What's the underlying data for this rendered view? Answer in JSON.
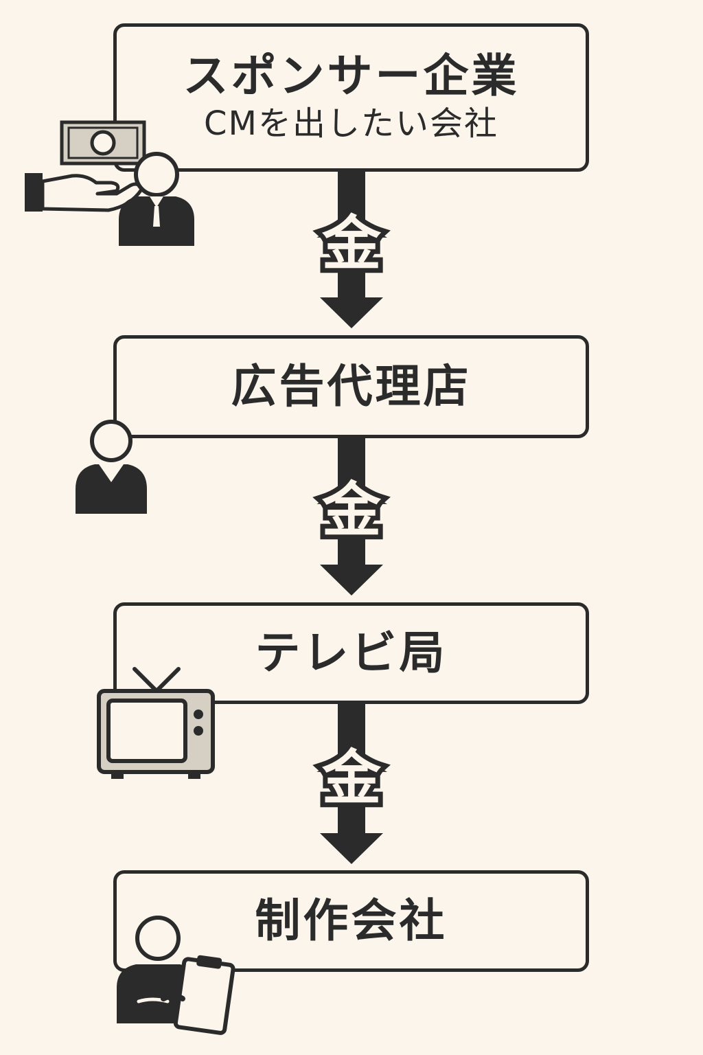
{
  "nodes": {
    "sponsor": {
      "title": "スポンサー企業",
      "subtitle": "CMを出したい会社"
    },
    "agency": {
      "title": "広告代理店"
    },
    "tv_station": {
      "title": "テレビ局"
    },
    "production": {
      "title": "制作会社"
    }
  },
  "flows": [
    {
      "from": "sponsor",
      "to": "agency",
      "label": "金"
    },
    {
      "from": "agency",
      "to": "tv_station",
      "label": "金"
    },
    {
      "from": "tv_station",
      "to": "production",
      "label": "金"
    }
  ],
  "icons": {
    "sponsor": [
      "money-bill-icon",
      "hand-icon",
      "businessman-icon"
    ],
    "agency": [
      "person-icon"
    ],
    "tv_station": [
      "television-icon"
    ],
    "production": [
      "worker-with-clipboard-icon"
    ]
  },
  "colors": {
    "background": "#fbf5ec",
    "ink": "#2b2b2b",
    "icon_fill": "#d6cfc4"
  }
}
